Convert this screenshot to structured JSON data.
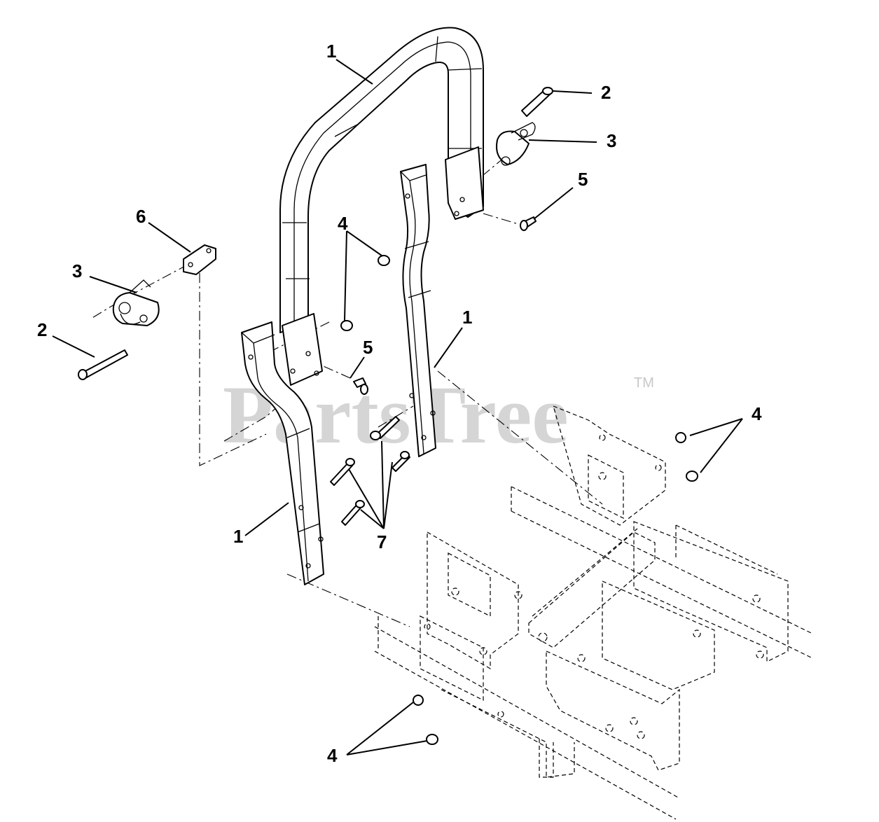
{
  "watermark": {
    "text": "PartsTree",
    "trademark": "TM"
  },
  "callouts": [
    {
      "id": "callout-1-top",
      "label": "1"
    },
    {
      "id": "callout-2-right",
      "label": "2"
    },
    {
      "id": "callout-3-right",
      "label": "3"
    },
    {
      "id": "callout-5-right",
      "label": "5"
    },
    {
      "id": "callout-6",
      "label": "6"
    },
    {
      "id": "callout-4-upper",
      "label": "4"
    },
    {
      "id": "callout-3-left",
      "label": "3"
    },
    {
      "id": "callout-2-left",
      "label": "2"
    },
    {
      "id": "callout-1-right",
      "label": "1"
    },
    {
      "id": "callout-5-center",
      "label": "5"
    },
    {
      "id": "callout-4-right",
      "label": "4"
    },
    {
      "id": "callout-1-left",
      "label": "1"
    },
    {
      "id": "callout-7",
      "label": "7"
    },
    {
      "id": "callout-4-bottom",
      "label": "4"
    }
  ]
}
